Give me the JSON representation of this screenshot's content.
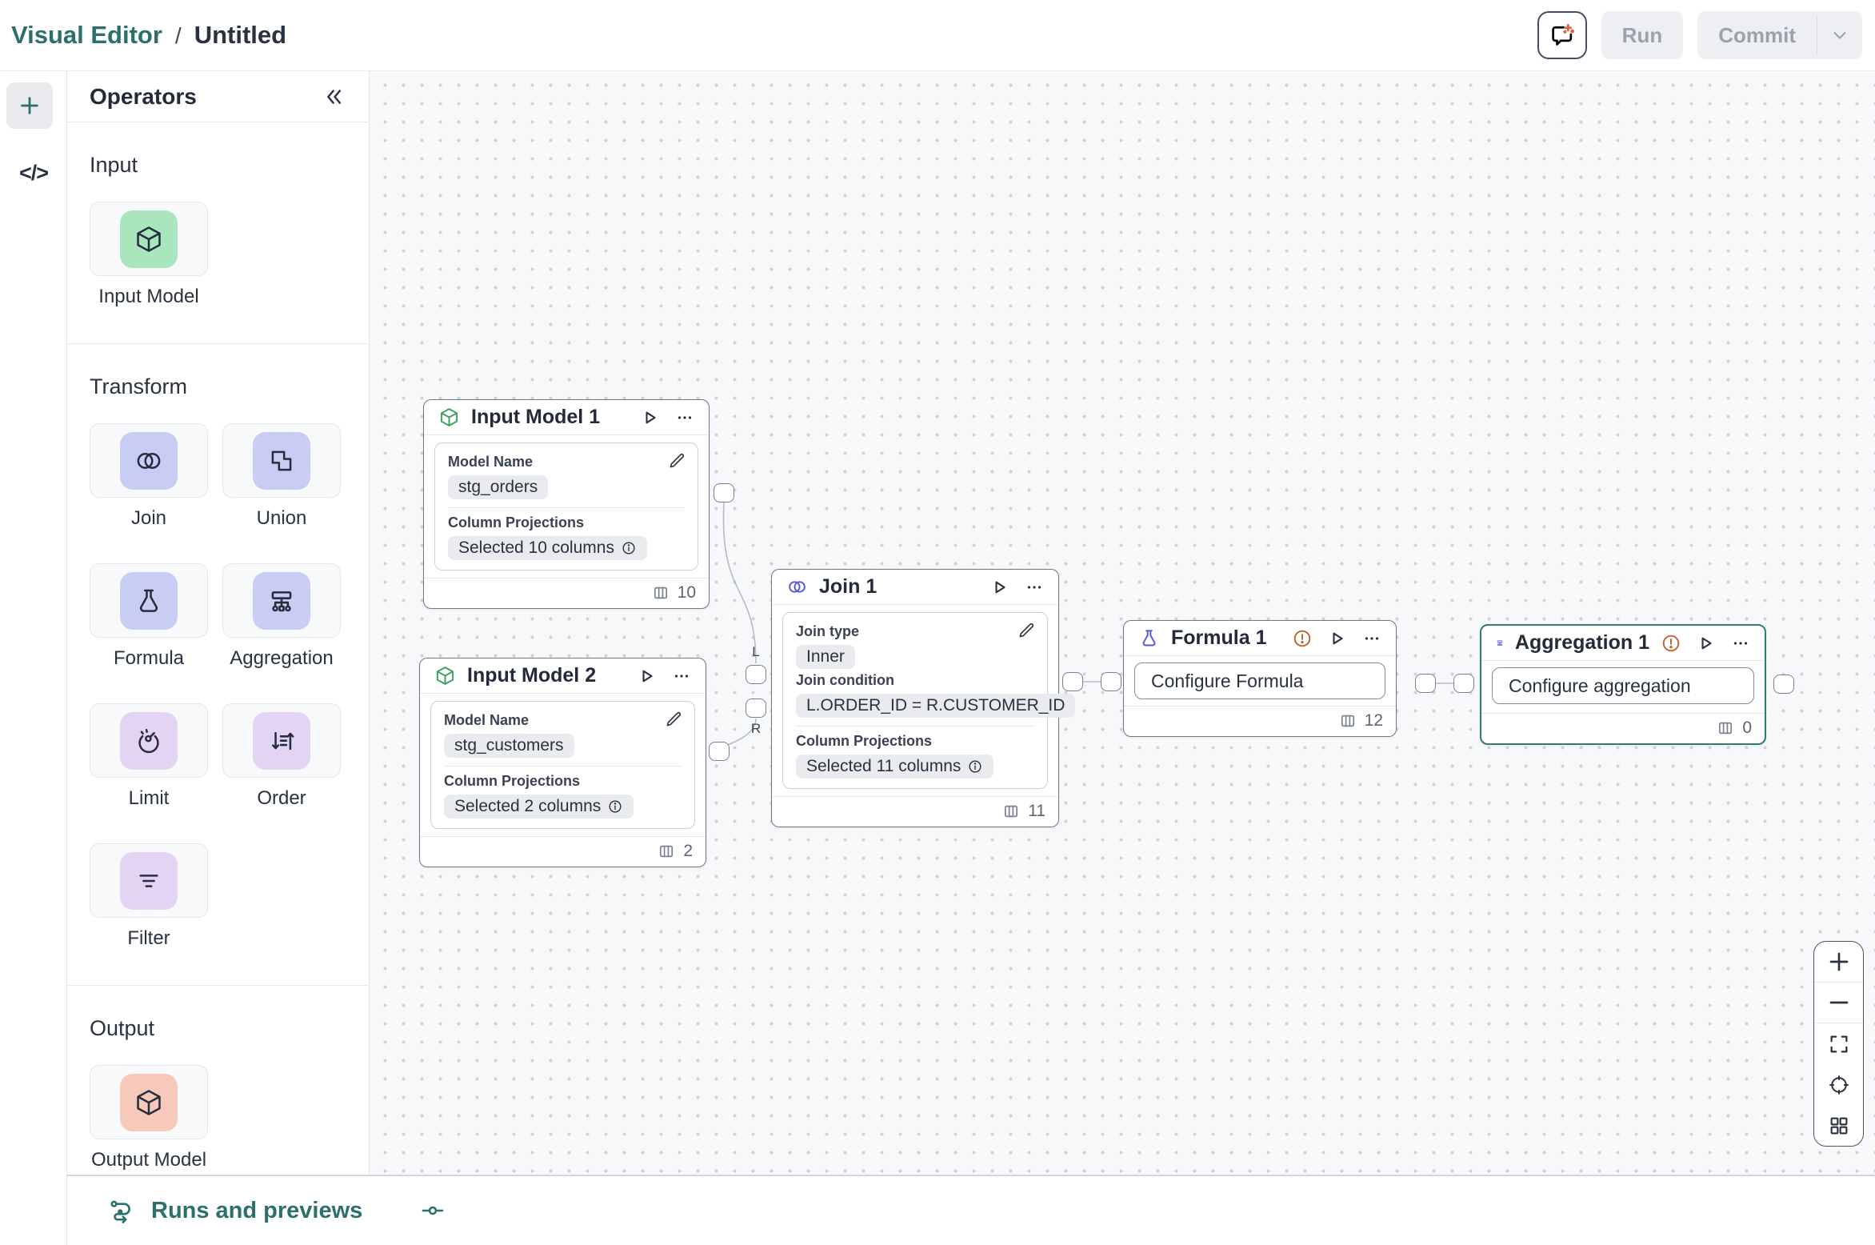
{
  "header": {
    "breadcrumb": {
      "app": "Visual Editor",
      "separator": "/",
      "doc": "Untitled"
    },
    "run_label": "Run",
    "commit_label": "Commit"
  },
  "rail": {
    "code_label": "</>"
  },
  "operators": {
    "title": "Operators",
    "sections": {
      "input": {
        "label": "Input",
        "items": [
          {
            "label": "Input Model",
            "icon": "cube-icon",
            "tile_color": "#a9e6bd"
          }
        ]
      },
      "transform": {
        "label": "Transform",
        "items": [
          {
            "label": "Join",
            "icon": "venn-icon",
            "tile_color": "#c8cdf4"
          },
          {
            "label": "Union",
            "icon": "union-icon",
            "tile_color": "#c8cdf4"
          },
          {
            "label": "Formula",
            "icon": "flask-icon",
            "tile_color": "#c8cdf4"
          },
          {
            "label": "Aggregation",
            "icon": "aggregation-icon",
            "tile_color": "#c8cdf4"
          },
          {
            "label": "Limit",
            "icon": "gauge-icon",
            "tile_color": "#e4d4f3"
          },
          {
            "label": "Order",
            "icon": "sort-icon",
            "tile_color": "#e4d4f3"
          },
          {
            "label": "Filter",
            "icon": "filter-icon",
            "tile_color": "#e4d4f3"
          }
        ]
      },
      "output": {
        "label": "Output",
        "items": [
          {
            "label": "Output Model",
            "icon": "cube-icon",
            "tile_color": "#f6c9ba"
          }
        ]
      }
    }
  },
  "canvas": {
    "nodes": {
      "input1": {
        "title": "Input Model 1",
        "model_name_label": "Model Name",
        "model_name": "stg_orders",
        "projections_label": "Column Projections",
        "projections": "Selected 10 columns",
        "column_count": "10"
      },
      "input2": {
        "title": "Input Model 2",
        "model_name_label": "Model Name",
        "model_name": "stg_customers",
        "projections_label": "Column Projections",
        "projections": "Selected 2 columns",
        "column_count": "2"
      },
      "join1": {
        "title": "Join 1",
        "join_type_label": "Join type",
        "join_type": "Inner",
        "join_condition_label": "Join condition",
        "join_condition": "L.ORDER_ID = R.CUSTOMER_ID",
        "projections_label": "Column Projections",
        "projections": "Selected 11 columns",
        "column_count": "11"
      },
      "formula1": {
        "title": "Formula 1",
        "configure_label": "Configure Formula",
        "column_count": "12"
      },
      "aggregation1": {
        "title": "Aggregation 1",
        "configure_label": "Configure aggregation",
        "column_count": "0"
      }
    },
    "port_labels": {
      "left": "L",
      "right": "R"
    }
  },
  "bottom_bar": {
    "runs_label": "Runs and previews"
  },
  "colors": {
    "accent_teal": "#2c6f6c",
    "node_icon_green": "#3aa15e",
    "node_icon_purple": "#5457dd",
    "warning_orange": "#c2622e",
    "tile_green": "#a9e6bd",
    "tile_lavender": "#c8cdf4",
    "tile_purple": "#e4d4f3",
    "tile_peach": "#f6c9ba",
    "selected_border": "#2e7d72"
  }
}
